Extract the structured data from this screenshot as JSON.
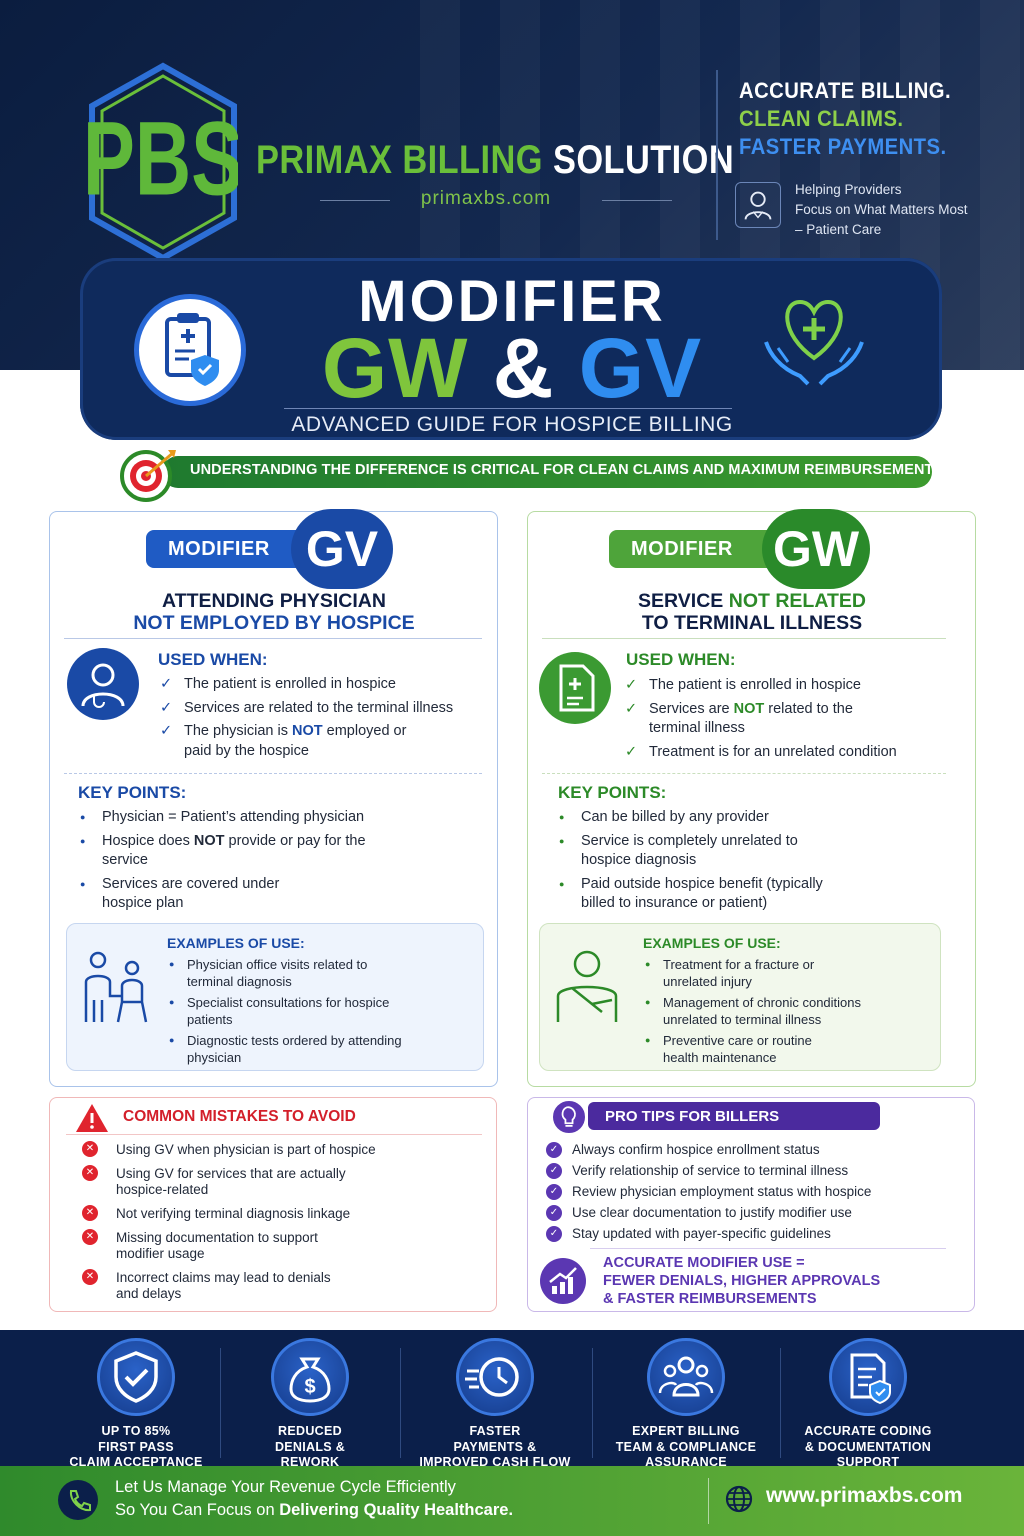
{
  "brand": {
    "logo_letters": "PBS",
    "name_part1": "PRIMAX BILLING",
    "name_part2": "SOLUTION",
    "url": "primaxbs.com"
  },
  "slogan": {
    "line1": "ACCURATE BILLING.",
    "line2": "CLEAN CLAIMS.",
    "line3": "FASTER PAYMENTS.",
    "help_icon": "doctor-icon",
    "help_line1": "Helping Providers",
    "help_line2": "Focus on What Matters Most",
    "help_line3": "– Patient Care"
  },
  "title": {
    "line1": "MODIFIER",
    "gw": "GW",
    "amp": "&",
    "gv": "GV",
    "subtitle": "ADVANCED GUIDE FOR HOSPICE BILLING",
    "left_icon": "clipboard-shield-icon",
    "right_icon": "hands-heart-icon"
  },
  "banner": {
    "text": "UNDERSTANDING THE DIFFERENCE IS CRITICAL FOR CLEAN CLAIMS AND MAXIMUM REIMBURSEMENT",
    "icon": "target-icon"
  },
  "gv": {
    "pill": "MODIFIER",
    "badge": "GV",
    "heading_line1": "ATTENDING PHYSICIAN",
    "heading_line2": "NOT EMPLOYED BY HOSPICE",
    "used_when_title": "USED WHEN:",
    "used_when": [
      "The patient is enrolled in hospice",
      "Services are related to the terminal illness",
      "The physician is NOT employed or paid by the hospice"
    ],
    "key_points_title": "KEY POINTS:",
    "key_points": [
      "Physician = Patient’s attending physician",
      "Hospice does NOT provide or pay for the service",
      "Services are covered under hospice plan"
    ],
    "examples_title": "EXAMPLES OF USE:",
    "examples": [
      "Physician office visits related to terminal diagnosis",
      "Specialist consultations for hospice patients",
      "Diagnostic tests ordered by attending physician"
    ]
  },
  "gw": {
    "pill": "MODIFIER",
    "badge": "GW",
    "heading_line1_a": "SERVICE ",
    "heading_line1_b": "NOT RELATED",
    "heading_line2": "TO TERMINAL ILLNESS",
    "used_when_title": "USED WHEN:",
    "used_when": [
      "The patient is enrolled in hospice",
      "Services are NOT related to the terminal illness",
      "Treatment is for an unrelated condition"
    ],
    "key_points_title": "KEY POINTS:",
    "key_points": [
      "Can be billed by any provider",
      "Service is completely unrelated to hospice diagnosis",
      "Paid outside hospice benefit (typically billed to insurance or patient)"
    ],
    "examples_title": "EXAMPLES OF USE:",
    "examples": [
      "Treatment for a fracture or unrelated injury",
      "Management of chronic conditions unrelated to terminal illness",
      "Preventive care or routine health maintenance"
    ]
  },
  "mistakes": {
    "title": "COMMON MISTAKES TO AVOID",
    "items": [
      "Using GV when physician is part of hospice",
      "Using GV for services that are actually hospice-related",
      "Not verifying terminal diagnosis linkage",
      "Missing documentation to support modifier usage",
      "Incorrect claims may lead to denials and delays"
    ]
  },
  "tips": {
    "title": "PRO TIPS FOR BILLERS",
    "items": [
      "Always confirm hospice enrollment status",
      "Verify relationship of service to terminal illness",
      "Review physician employment status with hospice",
      "Use clear documentation to justify modifier use",
      "Stay updated with payer-specific guidelines"
    ],
    "callout_line1": "ACCURATE MODIFIER USE =",
    "callout_line2": "FEWER DENIALS, HIGHER APPROVALS",
    "callout_line3": "& FASTER REIMBURSEMENTS"
  },
  "features": [
    {
      "icon": "shield-check-icon",
      "line1": "UP TO 85%",
      "line2": "FIRST PASS",
      "line3": "CLAIM ACCEPTANCE"
    },
    {
      "icon": "money-bag-icon",
      "line1": "REDUCED",
      "line2": "DENIALS &",
      "line3": "REWORK"
    },
    {
      "icon": "fast-clock-icon",
      "line1": "FASTER",
      "line2": "PAYMENTS &",
      "line3": "IMPROVED CASH FLOW"
    },
    {
      "icon": "team-icon",
      "line1": "EXPERT BILLING",
      "line2": "TEAM & COMPLIANCE",
      "line3": "ASSURANCE"
    },
    {
      "icon": "document-shield-icon",
      "line1": "ACCURATE CODING",
      "line2": "& DOCUMENTATION",
      "line3": "SUPPORT"
    }
  ],
  "footer": {
    "line1": "Let Us Manage Your Revenue Cycle Efficiently",
    "line2_a": "So You Can Focus on ",
    "line2_b": "Delivering Quality Healthcare.",
    "url": "www.primaxbs.com",
    "phone_icon": "phone-icon",
    "globe_icon": "globe-icon"
  },
  "colors": {
    "navy": "#0b1d3f",
    "blue": "#2f8df0",
    "green": "#7fc53c",
    "red": "#e0242e",
    "purple": "#5b37b2"
  }
}
